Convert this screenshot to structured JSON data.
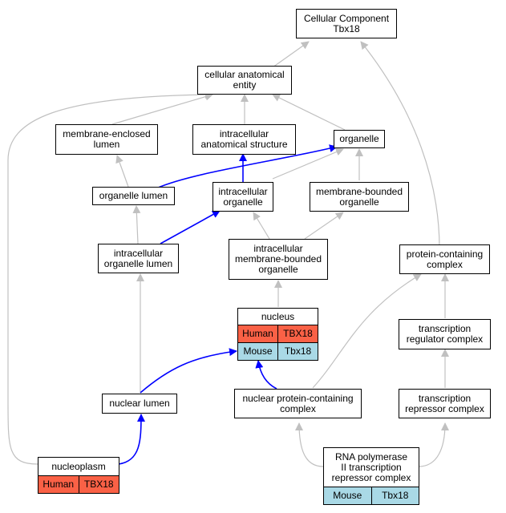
{
  "colors": {
    "human": "#fa6146",
    "mouse": "#a9d9e6",
    "edge_default": "#c0c0c0",
    "edge_highlight": "#0000ff"
  },
  "nodes": {
    "cellular_component": {
      "line1": "Cellular Component",
      "line2": "Tbx18"
    },
    "cellular_anatomical_entity": {
      "line1": "cellular anatomical",
      "line2": "entity"
    },
    "membrane_enclosed_lumen": {
      "line1": "membrane-enclosed",
      "line2": "lumen"
    },
    "intracellular_anatomical_structure": {
      "line1": "intracellular",
      "line2": "anatomical structure"
    },
    "organelle": {
      "line1": "organelle"
    },
    "organelle_lumen": {
      "line1": "organelle lumen"
    },
    "intracellular_organelle": {
      "line1": "intracellular",
      "line2": "organelle"
    },
    "membrane_bounded_organelle": {
      "line1": "membrane-bounded",
      "line2": "organelle"
    },
    "intracellular_organelle_lumen": {
      "line1": "intracellular",
      "line2": "organelle lumen"
    },
    "intracellular_membrane_bounded_organelle": {
      "line1": "intracellular",
      "line2": "membrane-bounded",
      "line3": "organelle"
    },
    "protein_containing_complex": {
      "line1": "protein-containing",
      "line2": "complex"
    },
    "nucleus": {
      "line1": "nucleus",
      "human_species": "Human",
      "human_gene": "TBX18",
      "mouse_species": "Mouse",
      "mouse_gene": "Tbx18"
    },
    "transcription_regulator_complex": {
      "line1": "transcription",
      "line2": "regulator complex"
    },
    "nuclear_lumen": {
      "line1": "nuclear lumen"
    },
    "nuclear_protein_containing_complex": {
      "line1": "nuclear protein-containing",
      "line2": "complex"
    },
    "transcription_repressor_complex": {
      "line1": "transcription",
      "line2": "repressor complex"
    },
    "nucleoplasm": {
      "line1": "nucleoplasm",
      "human_species": "Human",
      "human_gene": "TBX18"
    },
    "rna_polymerase_ii_complex": {
      "line1": "RNA polymerase",
      "line2": "II transcription",
      "line3": "repressor complex",
      "mouse_species": "Mouse",
      "mouse_gene": "Tbx18"
    }
  }
}
